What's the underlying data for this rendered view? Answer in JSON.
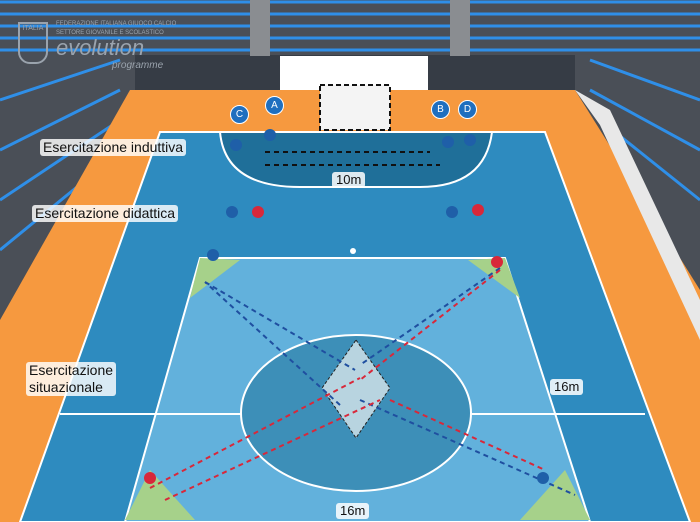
{
  "logo": {
    "country": "ITALIA",
    "federation": "FEDERAZIONE ITALIANA GIUOCO CALCIO",
    "sector": "SETTORE GIOVANILE E SCOLASTICO",
    "brand": "evolution",
    "sub": "programme"
  },
  "labels": {
    "inductive": "Esercitazione induttiva",
    "didactic": "Esercitazione didattica",
    "situational_1": "Esercitazione",
    "situational_2": "situazionale"
  },
  "measures": {
    "top_width": "10m",
    "side": "16m",
    "bottom": "16m"
  },
  "badges": [
    "A",
    "B",
    "C",
    "D"
  ],
  "colors": {
    "court": "#2e8bbf",
    "court_light": "#62b1dc",
    "border": "#f6993f",
    "team_blue": "#1f5fa8",
    "team_red": "#d8283a"
  }
}
